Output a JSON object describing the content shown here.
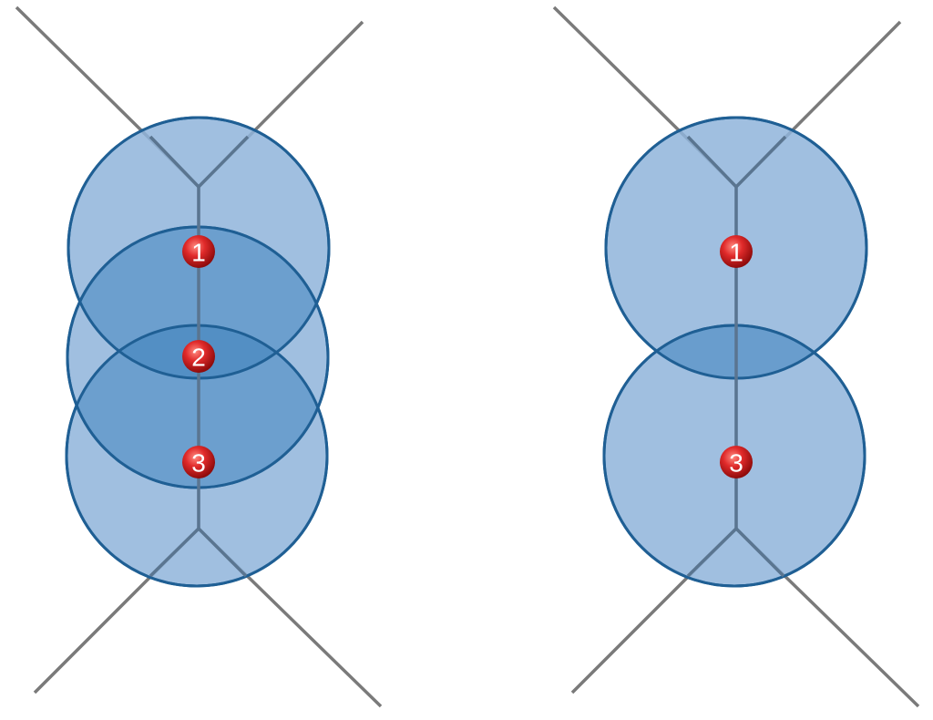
{
  "colors": {
    "road": "#7a7a7a",
    "coverage_fill": "#8fb4da",
    "coverage_stroke": "#1f5f94",
    "overlap": "#5f97c9",
    "marker": "#d02020"
  },
  "panels": [
    {
      "id": "left",
      "description_shown": false,
      "markers": [
        {
          "label": "1"
        },
        {
          "label": "2"
        },
        {
          "label": "3"
        }
      ]
    },
    {
      "id": "right",
      "description_shown": false,
      "markers": [
        {
          "label": "1"
        },
        {
          "label": "3"
        }
      ]
    }
  ]
}
